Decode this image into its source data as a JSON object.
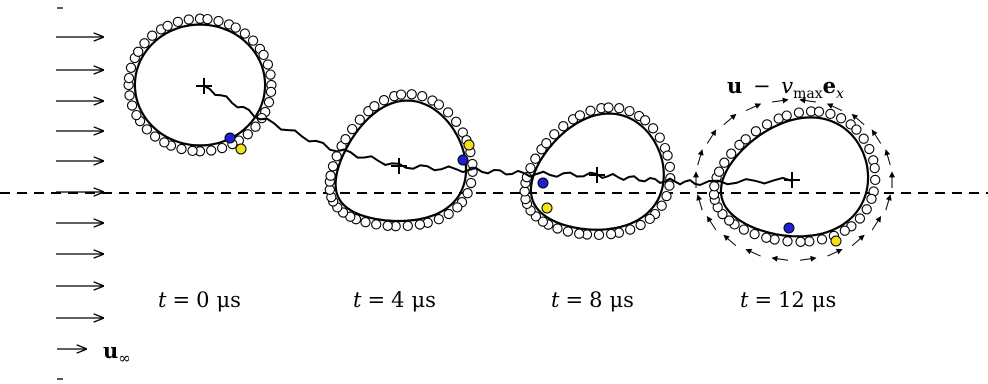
{
  "free_stream_label": {
    "vector": "u",
    "subscript": "∞"
  },
  "relative_velocity_label": {
    "vector_u": "u",
    "minus": "−",
    "v": "v",
    "v_subscript": "max",
    "vector_e": "e",
    "e_subscript": "x"
  },
  "time_labels": [
    {
      "variable": "t",
      "equals": "=",
      "value": "0",
      "unit": "μs"
    },
    {
      "variable": "t",
      "equals": "=",
      "value": "4",
      "unit": "μs"
    },
    {
      "variable": "t",
      "equals": "=",
      "value": "8",
      "unit": "μs"
    },
    {
      "variable": "t",
      "equals": "=",
      "value": "12",
      "unit": "μs"
    }
  ],
  "colors": {
    "ink": "#000000",
    "marker_blue": "#1f1fd6",
    "marker_yellow": "#f2e21a",
    "node_fill": "#ffffff"
  }
}
